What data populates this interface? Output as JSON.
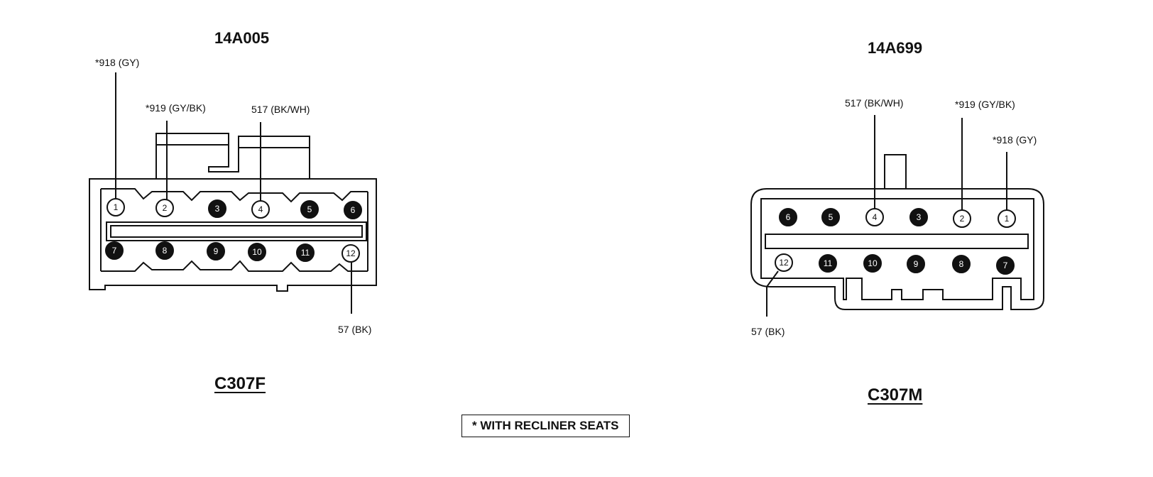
{
  "left": {
    "part_number": "14A005",
    "connector": "C307F",
    "wires": {
      "pin1": "*918 (GY)",
      "pin2": "*919 (GY/BK)",
      "pin4": "517 (BK/WH)",
      "pin12": "57 (BK)"
    },
    "pins": [
      {
        "label": "1",
        "filled": false
      },
      {
        "label": "2",
        "filled": false
      },
      {
        "label": "3",
        "filled": true
      },
      {
        "label": "4",
        "filled": false
      },
      {
        "label": "5",
        "filled": true
      },
      {
        "label": "6",
        "filled": true
      },
      {
        "label": "7",
        "filled": true
      },
      {
        "label": "8",
        "filled": true
      },
      {
        "label": "9",
        "filled": true
      },
      {
        "label": "10",
        "filled": true
      },
      {
        "label": "11",
        "filled": true
      },
      {
        "label": "12",
        "filled": false
      }
    ]
  },
  "right": {
    "part_number": "14A699",
    "connector": "C307M",
    "wires": {
      "pin4": "517 (BK/WH)",
      "pin2": "*919 (GY/BK)",
      "pin1": "*918 (GY)",
      "pin12": "57 (BK)"
    },
    "pins": [
      {
        "label": "6",
        "filled": true
      },
      {
        "label": "5",
        "filled": true
      },
      {
        "label": "4",
        "filled": false
      },
      {
        "label": "3",
        "filled": true
      },
      {
        "label": "2",
        "filled": false
      },
      {
        "label": "1",
        "filled": false
      },
      {
        "label": "12",
        "filled": false
      },
      {
        "label": "11",
        "filled": true
      },
      {
        "label": "10",
        "filled": true
      },
      {
        "label": "9",
        "filled": true
      },
      {
        "label": "8",
        "filled": true
      },
      {
        "label": "7",
        "filled": true
      }
    ]
  },
  "note": "* WITH RECLINER SEATS"
}
